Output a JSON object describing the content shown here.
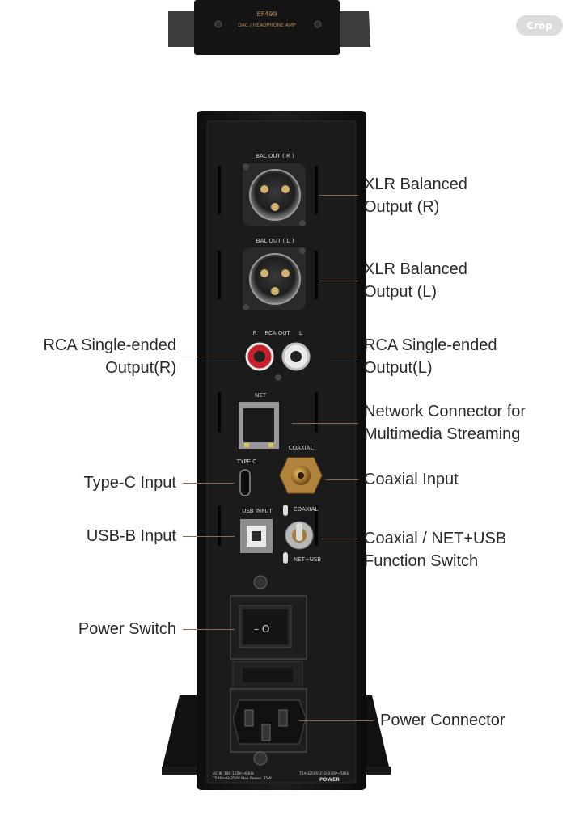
{
  "toolbar": {
    "crop_label": "Crop"
  },
  "device": {
    "top_model": "EF499",
    "top_subtitle": "DAC / HEADPHONE AMP",
    "panel": {
      "bal_out_r": "BAL OUT ( R )",
      "bal_out_l": "BAL OUT ( L )",
      "rca_r": "R",
      "rca_out": "RCA OUT",
      "rca_l": "L",
      "net": "NET",
      "coaxial": "COAXIAL",
      "type_c": "TYPE C",
      "usb_input": "USB INPUT",
      "switch_coaxial": "COAXIAL",
      "switch_net_usb": "NET+USB",
      "power": "POWER",
      "ac_left_1": "AC IN 100-120V~60Hz",
      "ac_left_2": "T500mAH250V   Max Power: 35W",
      "ac_right_1": "T1AH250V 210-230V~50Hz"
    }
  },
  "callouts": {
    "xlr_r": {
      "line1": "XLR Balanced",
      "line2": "Output (R)"
    },
    "xlr_l": {
      "line1": "XLR Balanced",
      "line2": "Output (L)"
    },
    "rca_r": {
      "line1": "RCA Single-ended",
      "line2": "Output(R)"
    },
    "rca_l": {
      "line1": "RCA Single-ended",
      "line2": "Output(L)"
    },
    "network": {
      "line1": "Network Connector for",
      "line2": "Multimedia Streaming"
    },
    "type_c": {
      "line1": "Type-C Input"
    },
    "coaxial": {
      "line1": "Coaxial Input"
    },
    "usb_b": {
      "line1": "USB-B Input"
    },
    "function_switch": {
      "line1": "Coaxial / NET+USB",
      "line2": "Function Switch"
    },
    "power_switch": {
      "line1": "Power Switch"
    },
    "power_connector": {
      "line1": "Power Connector"
    }
  },
  "colors": {
    "body": "#141414",
    "panel": "#1b1b1b",
    "leader_line": "#8a6a52",
    "rca_red": "#c8202a",
    "coax_gold": "#b0843c"
  }
}
